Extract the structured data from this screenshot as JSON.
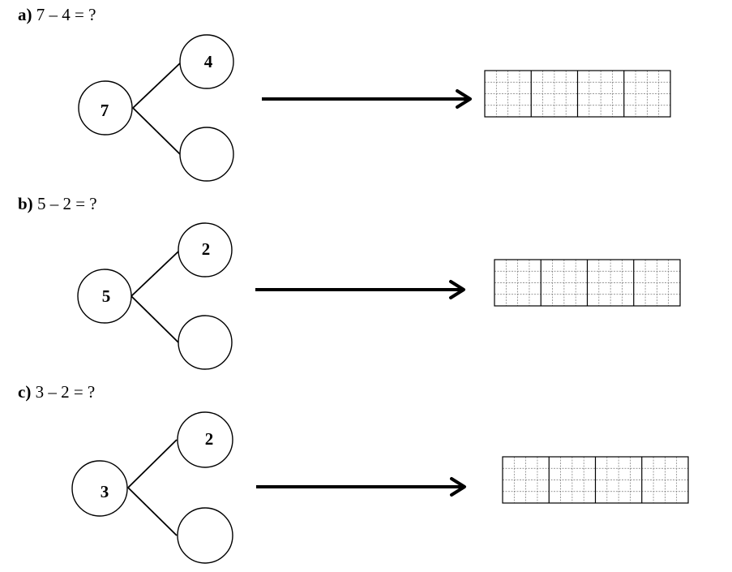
{
  "problems": [
    {
      "letter": "a)",
      "equation": "7 – 4 = ?",
      "whole": "7",
      "part_known": "4",
      "part_unknown": ""
    },
    {
      "letter": "b)",
      "equation": "5 – 2 = ?",
      "whole": "5",
      "part_known": "2",
      "part_unknown": ""
    },
    {
      "letter": "c)",
      "equation": "3 – 2 = ?",
      "whole": "3",
      "part_known": "2",
      "part_unknown": ""
    }
  ]
}
